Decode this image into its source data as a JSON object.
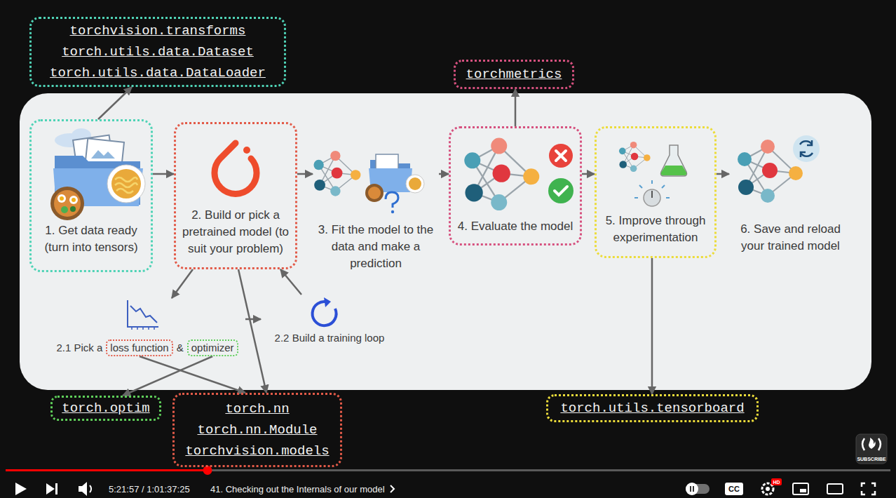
{
  "diagram": {
    "nodes": [
      {
        "text": [
          "torchvision.transforms",
          "torch.utils.data.Dataset",
          "torch.utils.data.DataLoader"
        ]
      },
      {
        "text": [
          "torchmetrics"
        ]
      },
      {
        "text": [
          "1. Get data ready (turn into tensors)"
        ]
      },
      {
        "text": [
          "2. Build or pick a pretrained model (to suit your problem)"
        ]
      },
      {
        "text": [
          "3. Fit the model to the data and make a prediction"
        ]
      },
      {
        "text": [
          "4. Evaluate the model"
        ]
      },
      {
        "text": [
          "5. Improve through experimentation"
        ]
      },
      {
        "text": [
          "6. Save and reload your trained model"
        ]
      },
      {
        "text": [
          "2.1 Pick a",
          "&"
        ]
      },
      {
        "text": [
          "loss function"
        ],
        "in": 8
      },
      {
        "text": [
          "optimizer"
        ],
        "in": 8
      },
      {
        "text": [
          "2.2 Build a training loop"
        ]
      },
      {
        "text": [
          "torch.optim"
        ]
      },
      {
        "text": [
          "torch.nn",
          "torch.nn.Module",
          "torchvision.models"
        ]
      },
      {
        "text": [
          "torch.utils.tensorboard"
        ]
      }
    ],
    "edges": [
      {
        "from": 2,
        "to": 0,
        "arrow": "to"
      },
      {
        "from": 2,
        "to": 3,
        "arrow": "to"
      },
      {
        "from": 3,
        "to": 4,
        "arrow": "to"
      },
      {
        "from": 4,
        "to": 5,
        "arrow": "to"
      },
      {
        "from": 5,
        "to": 6,
        "arrow": "to"
      },
      {
        "from": 6,
        "to": 7,
        "arrow": "to"
      },
      {
        "from": 5,
        "to": 1,
        "arrow": "to"
      },
      {
        "from": 3,
        "to": 8,
        "arrow": "to"
      },
      {
        "from": 8,
        "to": 11,
        "arrow": "to"
      },
      {
        "from": 11,
        "to": 3,
        "arrow": "to"
      },
      {
        "from": 3,
        "to": 13,
        "arrow": "to"
      },
      {
        "from": 9,
        "to": 13,
        "arrow": "to"
      },
      {
        "from": 10,
        "to": 12,
        "arrow": "to"
      },
      {
        "from": 6,
        "to": 14,
        "arrow": "to"
      }
    ],
    "labels": [
      "SUBSCRIBE",
      "5:21:57 / 1:01:37:25",
      "41. Checking out the Internals of our model",
      "CC",
      "HD"
    ]
  }
}
